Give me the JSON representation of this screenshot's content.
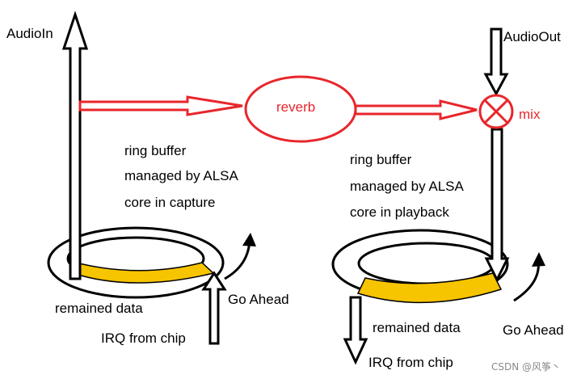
{
  "labels": {
    "audio_in": "AudioIn",
    "audio_out": "AudioOut",
    "reverb": "reverb",
    "mix": "mix",
    "capture_line1": "ring buffer",
    "capture_line2": "managed by ALSA",
    "capture_line3": "core in capture",
    "playback_line1": "ring buffer",
    "playback_line2": "managed by ALSA",
    "playback_line3": "core in playback",
    "left_remained": "remained data",
    "right_remained": "remained data",
    "left_irq": "IRQ from chip",
    "right_irq": "IRQ from chip",
    "left_go_ahead": "Go Ahead",
    "right_go_ahead": "Go Ahead"
  },
  "watermark": "CSDN @风筝丶",
  "colors": {
    "effect": "#e8262b",
    "data_fill": "#f7c400",
    "outline": "#000000"
  }
}
